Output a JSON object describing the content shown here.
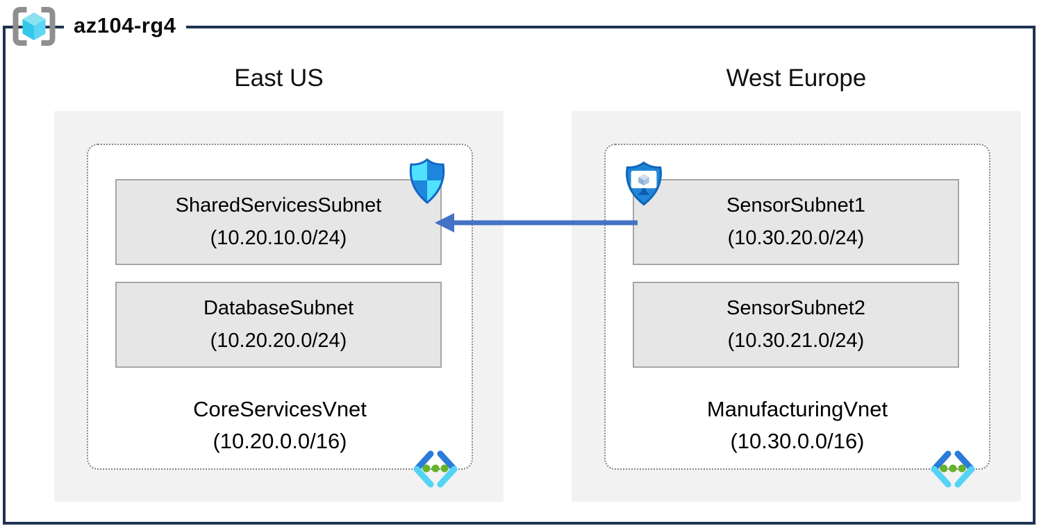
{
  "resource_group": {
    "label": "az104-rg4"
  },
  "regions": [
    {
      "name": "East US",
      "vnet": {
        "name": "CoreServicesVnet",
        "cidr": "(10.20.0.0/16)"
      },
      "subnets": [
        {
          "name": "SharedServicesSubnet",
          "cidr": "(10.20.10.0/24)"
        },
        {
          "name": "DatabaseSubnet",
          "cidr": "(10.20.20.0/24)"
        }
      ]
    },
    {
      "name": "West Europe",
      "vnet": {
        "name": "ManufacturingVnet",
        "cidr": "(10.30.0.0/16)"
      },
      "subnets": [
        {
          "name": "SensorSubnet1",
          "cidr": "(10.30.20.0/24)"
        },
        {
          "name": "SensorSubnet2",
          "cidr": "(10.30.21.0/24)"
        }
      ]
    }
  ],
  "arrow": {
    "from_subnet": "SensorSubnet1",
    "to_subnet": "SharedServicesSubnet",
    "direction": "right-to-left",
    "color": "#4472c4"
  },
  "icons": {
    "legend": "resource-group-icon",
    "left_subnet_badge": "network-security-shield-icon",
    "right_subnet_badge": "shielded-workstation-icon",
    "vnet_corner": "virtual-network-icon"
  },
  "colors": {
    "frame_border": "#1f3350",
    "region_background": "#f2f2f2",
    "subnet_background": "#e6e6e6",
    "subnet_border": "#a6a6a6",
    "vnet_border_dotted": "#7f7f7f",
    "arrow_blue": "#4472c4"
  }
}
